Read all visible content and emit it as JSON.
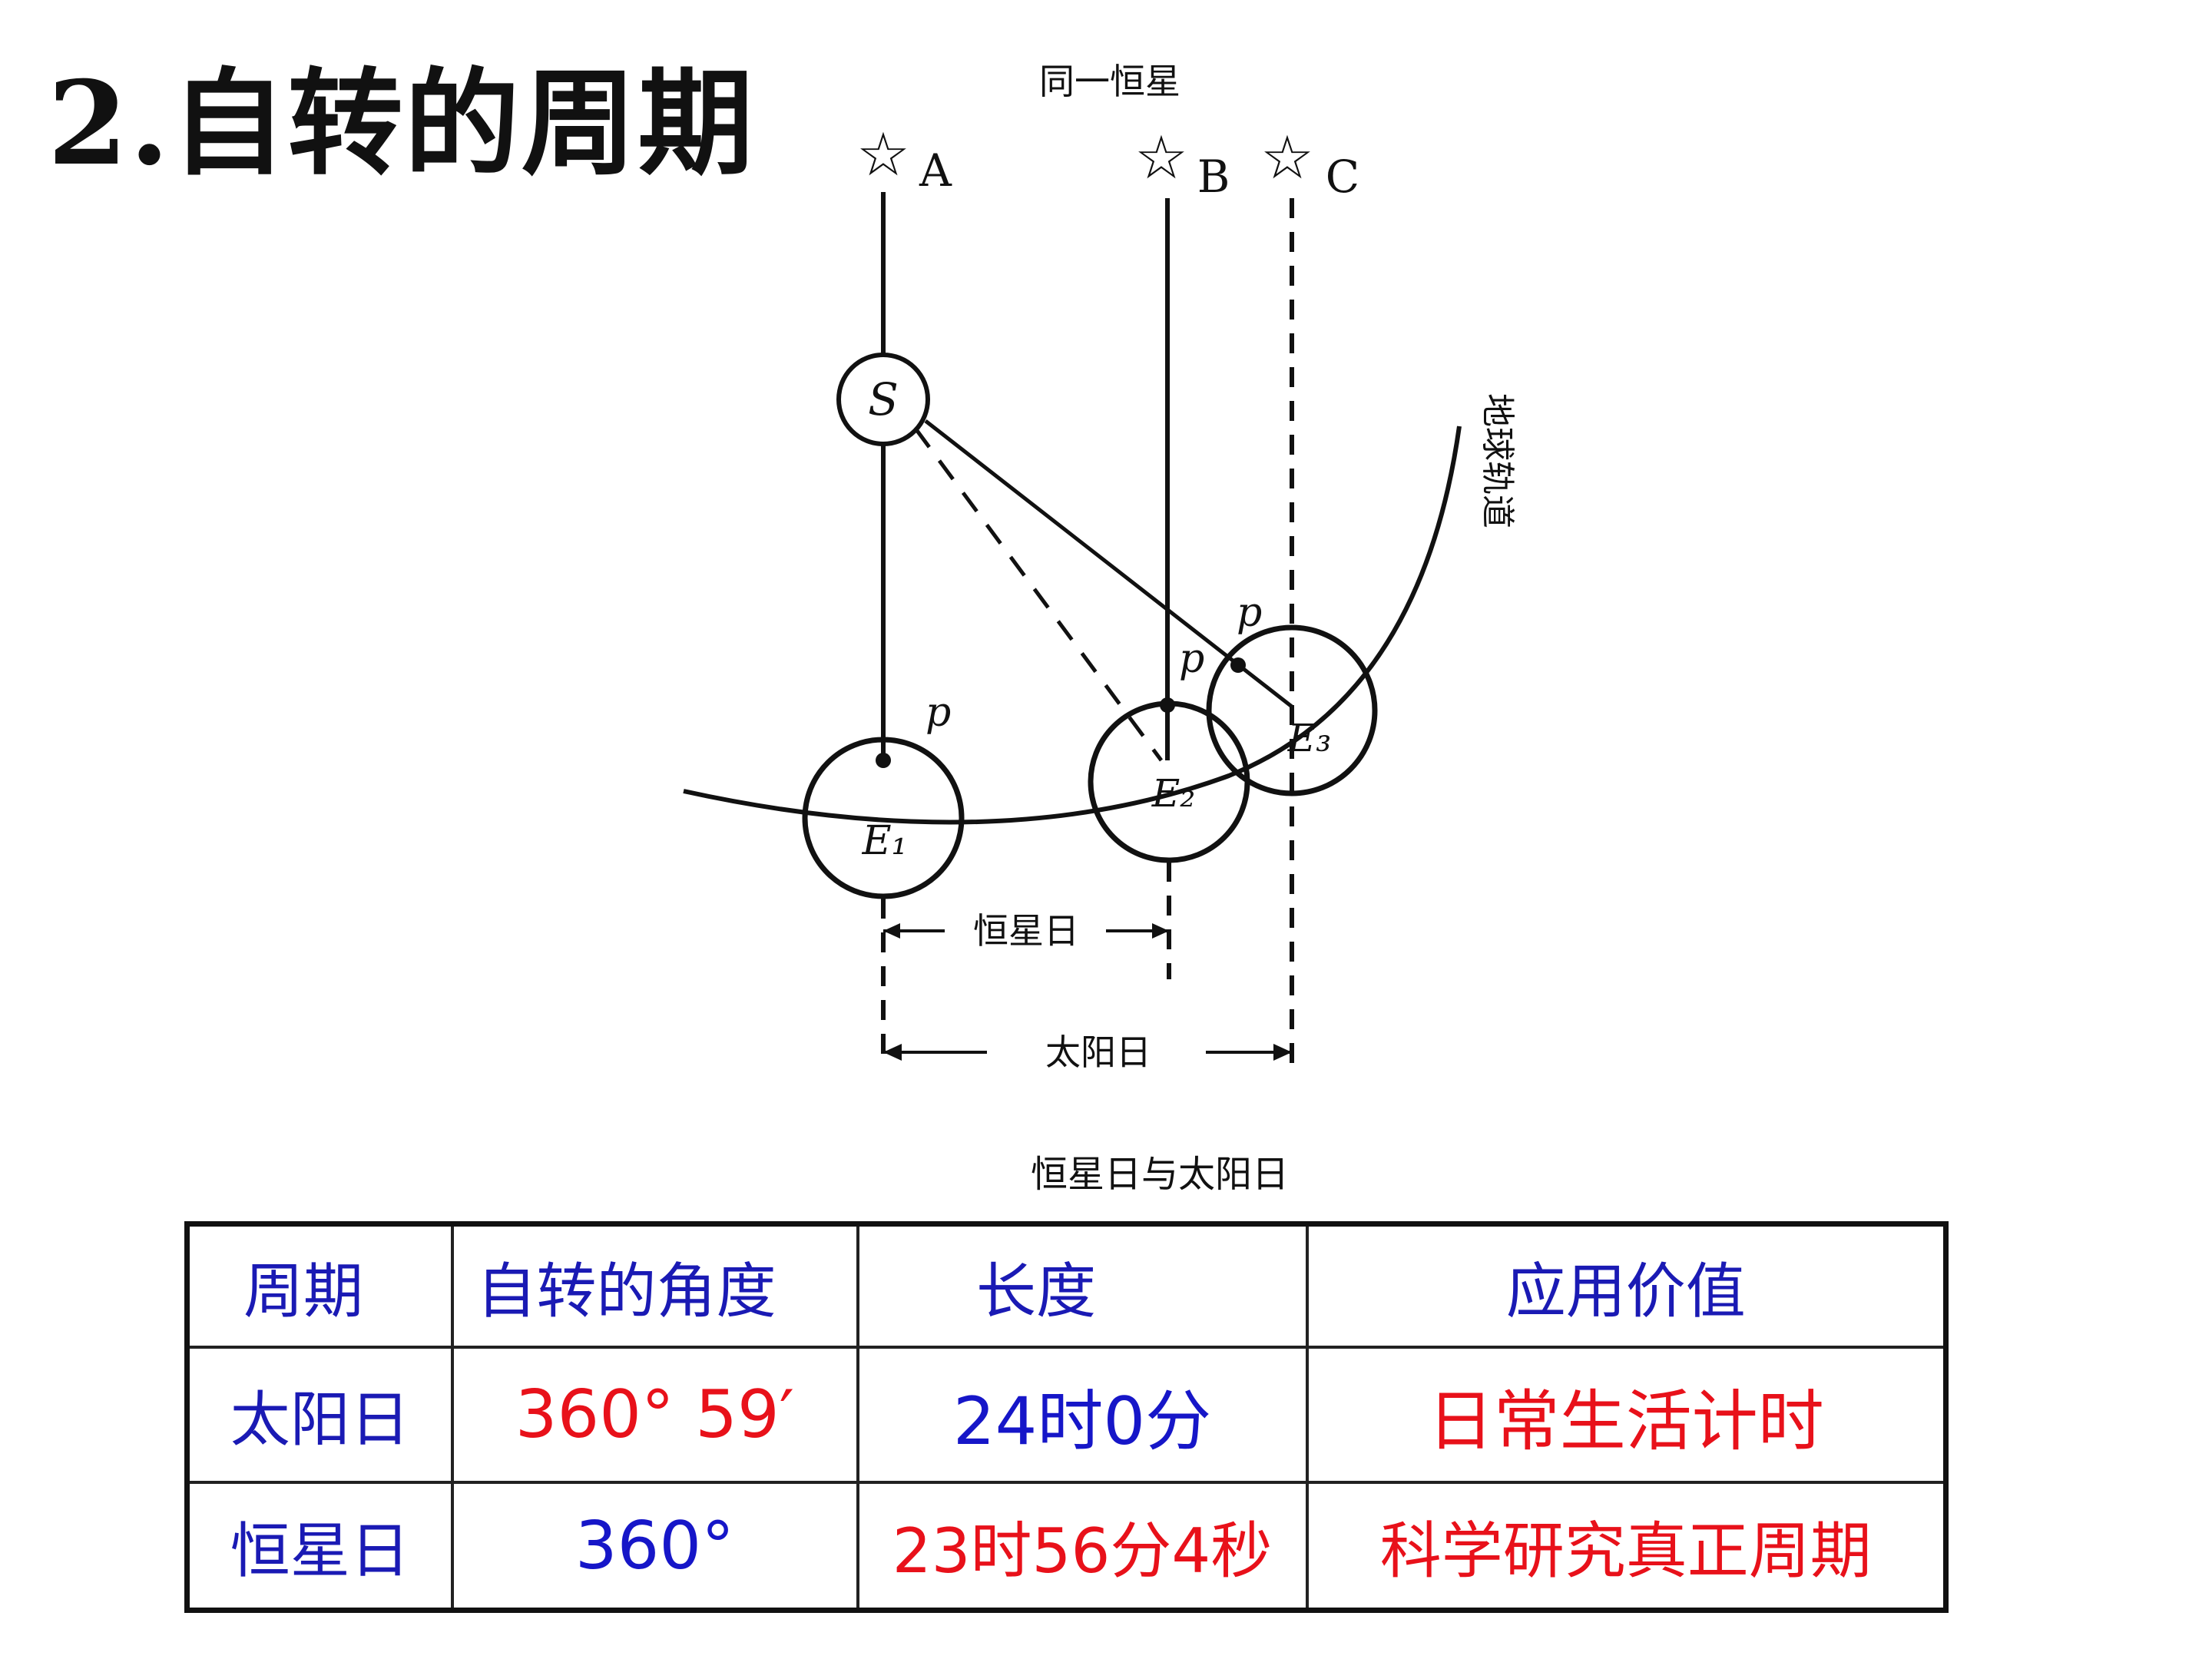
{
  "title": "2.自转的周期",
  "diagram": {
    "top_label": "同一恒星",
    "stars": [
      "A",
      "B",
      "C"
    ],
    "sun_label": "S",
    "point_label": "p",
    "earth_labels": [
      "E₁",
      "E₂",
      "E₃"
    ],
    "orbit_label": "地球轨道",
    "sidereal_span_label": "恒星日",
    "solar_span_label": "太阳日",
    "caption": "恒星日与太阳日"
  },
  "table": {
    "headers": [
      "周期",
      "自转的角度",
      "长度",
      "应用价值"
    ],
    "rows": [
      {
        "period": "太阳日",
        "angle": "360° 59′",
        "length": "24时0分",
        "value": "日常生活计时"
      },
      {
        "period": "恒星日",
        "angle": "360°",
        "length": "23时56分4秒",
        "value": "科学研究真正周期"
      }
    ]
  },
  "colors": {
    "header_blue": "#1a1ab4",
    "value_red": "#e8111a",
    "value_blue": "#1616c8"
  }
}
